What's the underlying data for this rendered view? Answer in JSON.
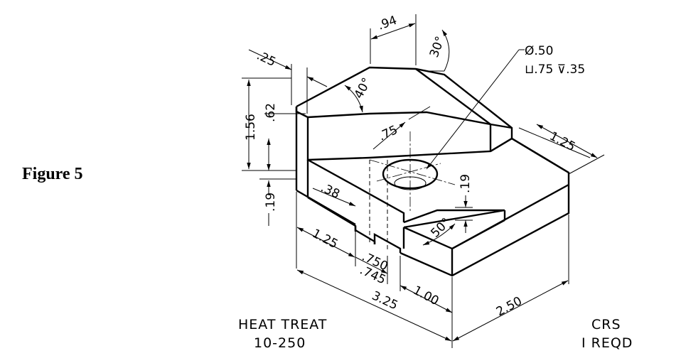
{
  "figure_label": "Figure 5",
  "dimensions": {
    "d094": ".94",
    "d30deg": "30°",
    "d025": ".25",
    "d040deg": "40°",
    "d156": "1.56",
    "d062": ".62",
    "d075": ".75",
    "d125_right": "1.25",
    "d038": ".38",
    "d019_left": ".19",
    "d019_right": ".19",
    "d050deg": "50°",
    "d125_bottom": "1.25",
    "d0750": ".750",
    "d0745": ".745",
    "d100": "1.00",
    "d325": "3.25",
    "d250": "2.50"
  },
  "hole_note": {
    "line1": "Ø.50",
    "line2": "⊔.75 ⊽.35"
  },
  "notes": {
    "heat_treat_line1": "HEAT TREAT",
    "heat_treat_line2": "10-250",
    "material_line1": "CRS",
    "material_line2": "I REQD"
  }
}
